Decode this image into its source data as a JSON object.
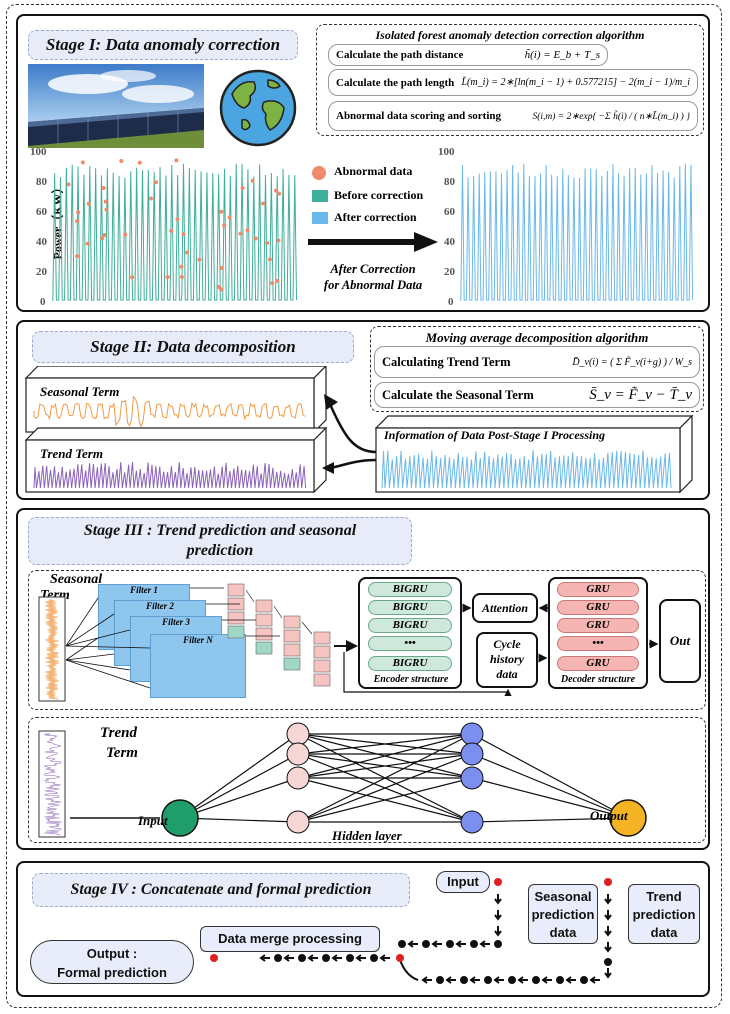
{
  "stage1": {
    "title": "Stage I: Data anomaly correction",
    "algo_title": "Isolated forest anomaly detection correction algorithm",
    "rows": [
      {
        "label": "Calculate the path distance",
        "formula": "h̃(i) = E_b + T_s"
      },
      {
        "label": "Calculate the path length",
        "formula": "L̃(m_i) = 2∗[ln(m_i − 1) + 0.577215] − 2(m_i − 1)/m_i"
      },
      {
        "label": "Abnormal data scoring and sorting",
        "formula": "S(i,m) = 2∗exp{ −Σ h̃(i) / ( n∗L̃(m_i) ) }"
      }
    ],
    "y_axis_label": "Power（KW）",
    "y_ticks": [
      "100",
      "80",
      "60",
      "40",
      "20",
      "0"
    ],
    "right_y_ticks": [
      "100",
      "80",
      "60",
      "40",
      "20",
      "0"
    ],
    "legend": [
      "Abnormal data",
      "Before correction",
      "After correction"
    ],
    "arrow_caption_1": "After Correction",
    "arrow_caption_2": "for Abnormal Data",
    "colors": {
      "abnormal": "#f08a6a",
      "before": "#3fae9a",
      "after": "#6bb8ea"
    }
  },
  "stage2": {
    "title": "Stage II: Data decomposition",
    "algo_title": "Moving average decomposition algorithm",
    "rows": [
      {
        "label": "Calculating Trend Term",
        "formula": "D̄_v(i) = ( Σ F̃_v(i+g) ) / W_s"
      },
      {
        "label": "Calculate the Seasonal Term",
        "formula": "S̄_v = F̃_v − T̄_v"
      }
    ],
    "seasonal_label": "Seasonal   Term",
    "trend_label": "Trend   Term",
    "info_label": "Information of Data Post-Stage I Processing",
    "colors": {
      "seasonal": "#f29a45",
      "trend": "#8b62b8",
      "info": "#6bb8ea"
    }
  },
  "stage3": {
    "title_line1": "Stage III : Trend prediction and seasonal",
    "title_line2": "prediction",
    "seasonal_label_1": "Seasonal",
    "seasonal_label_2": "Term",
    "filters": [
      "Filter  1",
      "Filter  2",
      "Filter  3",
      "Filter  N"
    ],
    "encoder_items": [
      "BIGRU",
      "BIGRU",
      "BIGRU",
      "•••",
      "BIGRU"
    ],
    "encoder_label": "Encoder structure",
    "attention": "Attention",
    "cycle_1": "Cycle",
    "cycle_2": "history",
    "cycle_3": "data",
    "decoder_items": [
      "GRU",
      "GRU",
      "GRU",
      "•••",
      "GRU"
    ],
    "decoder_label": "Decoder structure",
    "out": "Out",
    "trend_label_1": "Trend",
    "trend_label_2": "Term",
    "input_label": "Input",
    "hidden_label": "Hidden layer",
    "output_label": "Output",
    "colors": {
      "input": "#1f9d6a",
      "hidden": "#f7d6d6",
      "hidden2": "#7c8ef0",
      "output": "#f5b324"
    }
  },
  "stage4": {
    "title": "Stage IV : Concatenate and formal prediction",
    "input": "Input",
    "seasonal_pred_1": "Seasonal",
    "seasonal_pred_2": "prediction",
    "seasonal_pred_3": "data",
    "trend_pred_1": "Trend",
    "trend_pred_2": "prediction",
    "trend_pred_3": "data",
    "merge": "Data merge processing",
    "output_1": "Output :",
    "output_2": "Formal prediction"
  }
}
